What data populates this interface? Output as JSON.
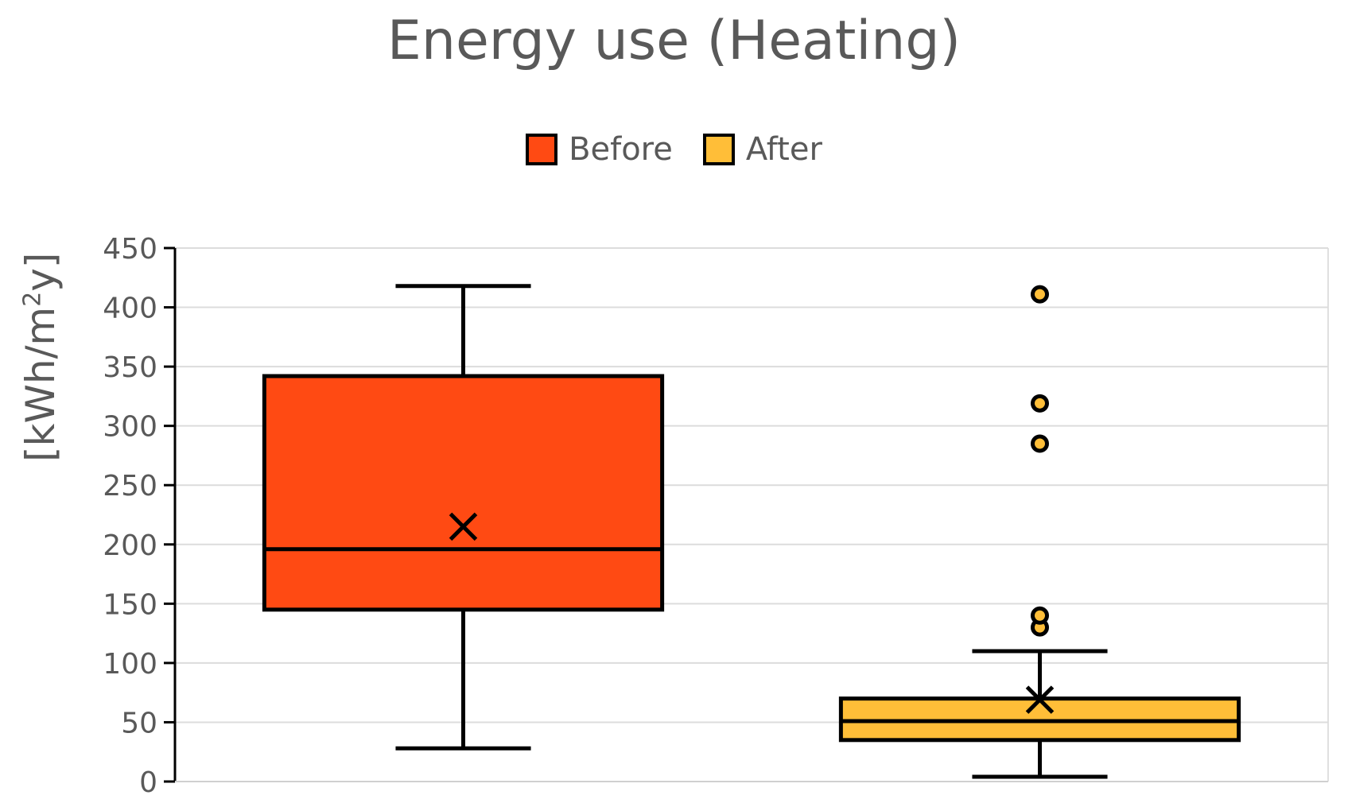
{
  "chart_data": {
    "type": "box",
    "title": "Energy use (Heating)",
    "ylabel_main": "[kWh/m",
    "ylabel_sup": "2",
    "ylabel_end": "y]",
    "ylim": [
      0,
      450
    ],
    "yticks": [
      0,
      50,
      100,
      150,
      200,
      250,
      300,
      350,
      400,
      450
    ],
    "grid": true,
    "legend_position": "top-center",
    "series": [
      {
        "name": "Before",
        "color": "#FF4A13",
        "whisker_low": 28,
        "q1": 145,
        "median": 196,
        "q3": 342,
        "whisker_high": 418,
        "mean": 215,
        "outliers": []
      },
      {
        "name": "After",
        "color": "#FFBE38",
        "whisker_low": 4,
        "q1": 35,
        "median": 51,
        "q3": 70,
        "whisker_high": 110,
        "mean": 69,
        "outliers": [
          130,
          140,
          285,
          319,
          411
        ]
      }
    ]
  }
}
